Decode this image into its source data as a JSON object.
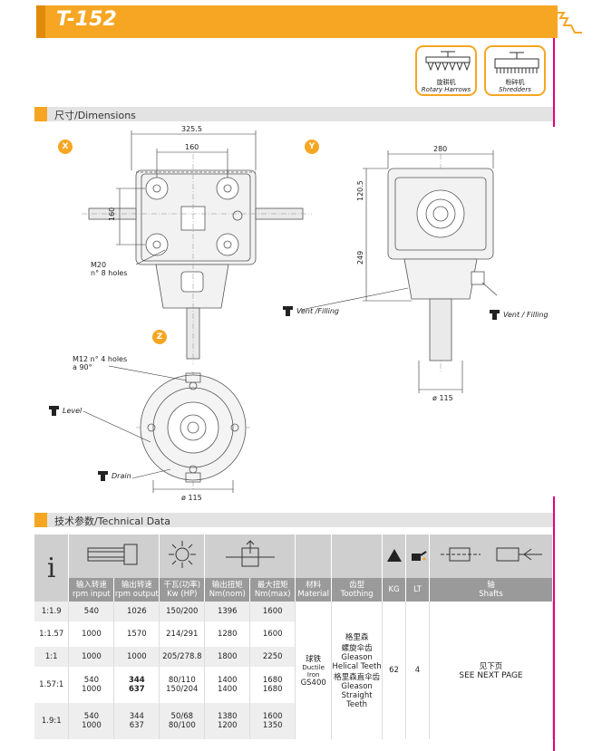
{
  "title": "T-152",
  "applications": [
    {
      "cn": "旋耕机",
      "en": "Rotary Harrows",
      "icon": "rotary-harrow-icon"
    },
    {
      "cn": "粉碎机",
      "en": "Shredders",
      "icon": "shredder-icon"
    }
  ],
  "sections": {
    "dimensions": "尺寸/Dimensions",
    "technical": "技术参数/Technical Data"
  },
  "drawing": {
    "shaft_x": "X",
    "shaft_y": "Y",
    "shaft_z": "Z",
    "dim_325": "325.5",
    "dim_160_top": "160",
    "dim_160_side": "160",
    "dim_280": "280",
    "dim_120": "120.5",
    "dim_249": "249",
    "dim_115_side": "ø 115",
    "dim_115_bottom": "ø 115",
    "m20_line1": "M20",
    "m20_line2": "n° 8 holes",
    "m12_line1": "M12 n° 4 holes",
    "m12_line2": "a 90°",
    "vent_filling_1": "Vent /Filling",
    "vent_filling_2": "Vent / Filling",
    "level": "Level",
    "drain": "Drain"
  },
  "table": {
    "ratio_symbol": "i",
    "headers": [
      {
        "cn": "输入转速",
        "en": "rpm input"
      },
      {
        "cn": "输出转速",
        "en": "rpm output"
      },
      {
        "cn": "千瓦(功率)",
        "en": "Kw (HP)"
      },
      {
        "cn": "输出扭矩",
        "en": "Nm(nom)"
      },
      {
        "cn": "最大扭矩",
        "en": "Nm(max)"
      },
      {
        "cn": "材料",
        "en": "Material"
      },
      {
        "cn": "齿型",
        "en": "Toothing"
      },
      {
        "cn": "",
        "en": "KG"
      },
      {
        "cn": "",
        "en": "LT"
      },
      {
        "cn": "轴",
        "en": "Shafts"
      }
    ],
    "rows": [
      {
        "ratio": "1:1.9",
        "input": "540",
        "output": "1026",
        "kw": "150/200",
        "nom": "1396",
        "max": "1600"
      },
      {
        "ratio": "1:1.57",
        "input": "1000",
        "output": "1570",
        "kw": "214/291",
        "nom": "1280",
        "max": "1600"
      },
      {
        "ratio": "1:1",
        "input": "1000",
        "output": "1000",
        "kw": "205/278.8",
        "nom": "1800",
        "max": "2250"
      },
      {
        "ratio": "1.57:1",
        "input": "540\n1000",
        "output": "344\n637",
        "kw": "80/110\n150/204",
        "nom": "1400\n1400",
        "max": "1680\n1680"
      },
      {
        "ratio": "1.9:1",
        "input": "540\n1000",
        "output": "344\n637",
        "kw": "50/68\n80/100",
        "nom": "1380\n1200",
        "max": "1600\n1350"
      }
    ],
    "material": {
      "cn": "球铁",
      "en": "Ductile Iron",
      "code": "GS400"
    },
    "toothing": {
      "cn1": "格里森",
      "cn2": "螺旋伞齿",
      "en1": "Gleason",
      "en2": "Helical Teeth",
      "cn3": "格里森直伞齿",
      "en3": "Gleason",
      "en4": "Straight Teeth"
    },
    "kg": "62",
    "lt": "4",
    "shafts": {
      "cn": "见下页",
      "en": "SEE NEXT PAGE"
    }
  }
}
